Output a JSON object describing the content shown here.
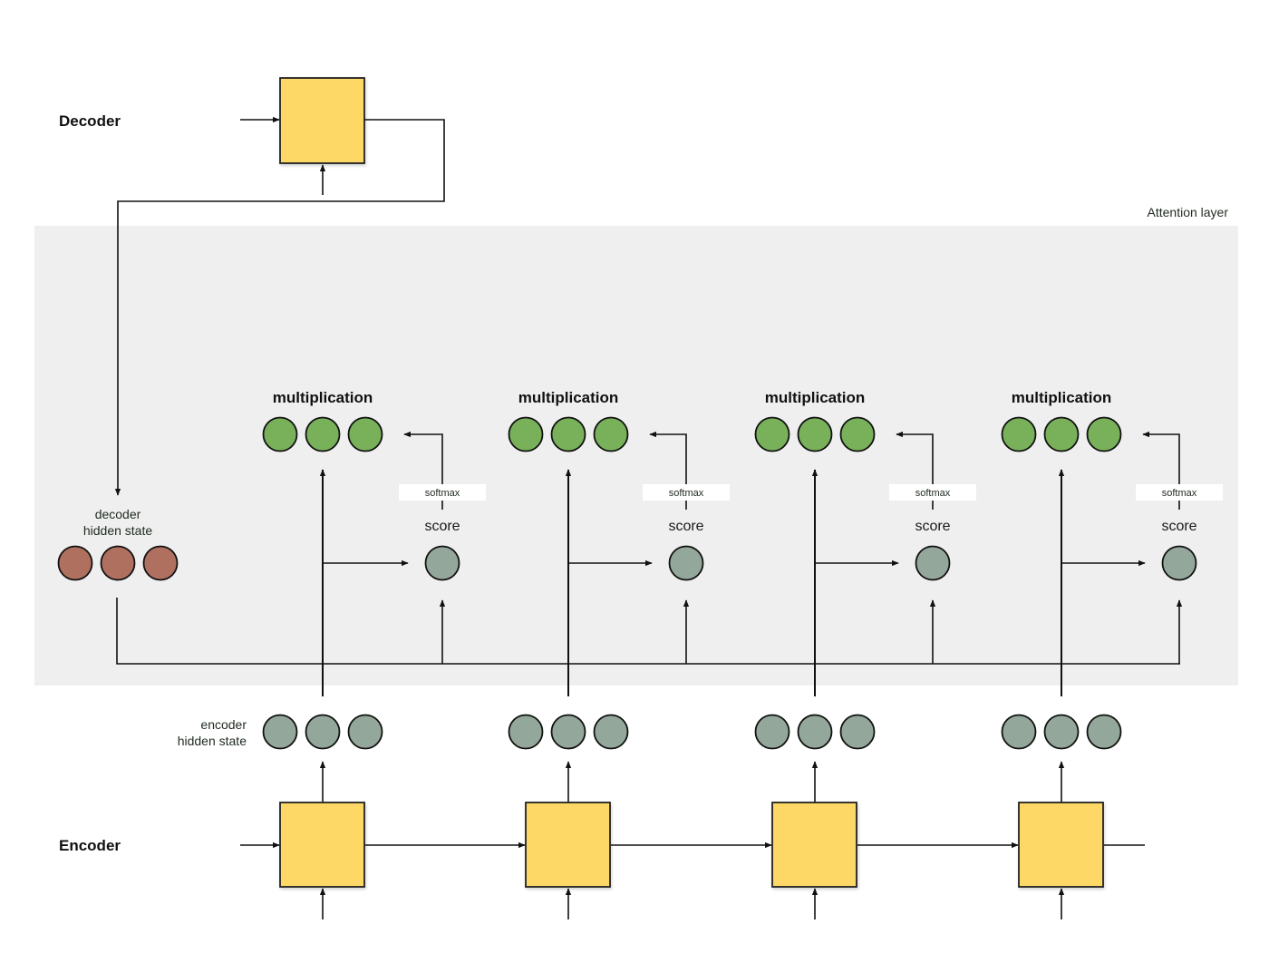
{
  "labels": {
    "decoder": "Decoder",
    "encoder": "Encoder",
    "attention_layer": "Attention layer",
    "decoder_hidden_state": [
      "decoder",
      "hidden state"
    ],
    "encoder_hidden_state": [
      "encoder",
      "hidden state"
    ],
    "multiplication": "multiplication",
    "softmax": "softmax",
    "score": "score"
  },
  "colors": {
    "rnn_cell": "#fdd866",
    "attention_bg": "#efefef",
    "multiplication_node": "#78b15a",
    "decoder_hidden_node": "#b07060",
    "encoder_hidden_node": "#93a89a",
    "score_node": "#93a89a",
    "line": "#111111"
  },
  "steps": [
    {
      "id": 1
    },
    {
      "id": 2
    },
    {
      "id": 3
    },
    {
      "id": 4
    }
  ]
}
